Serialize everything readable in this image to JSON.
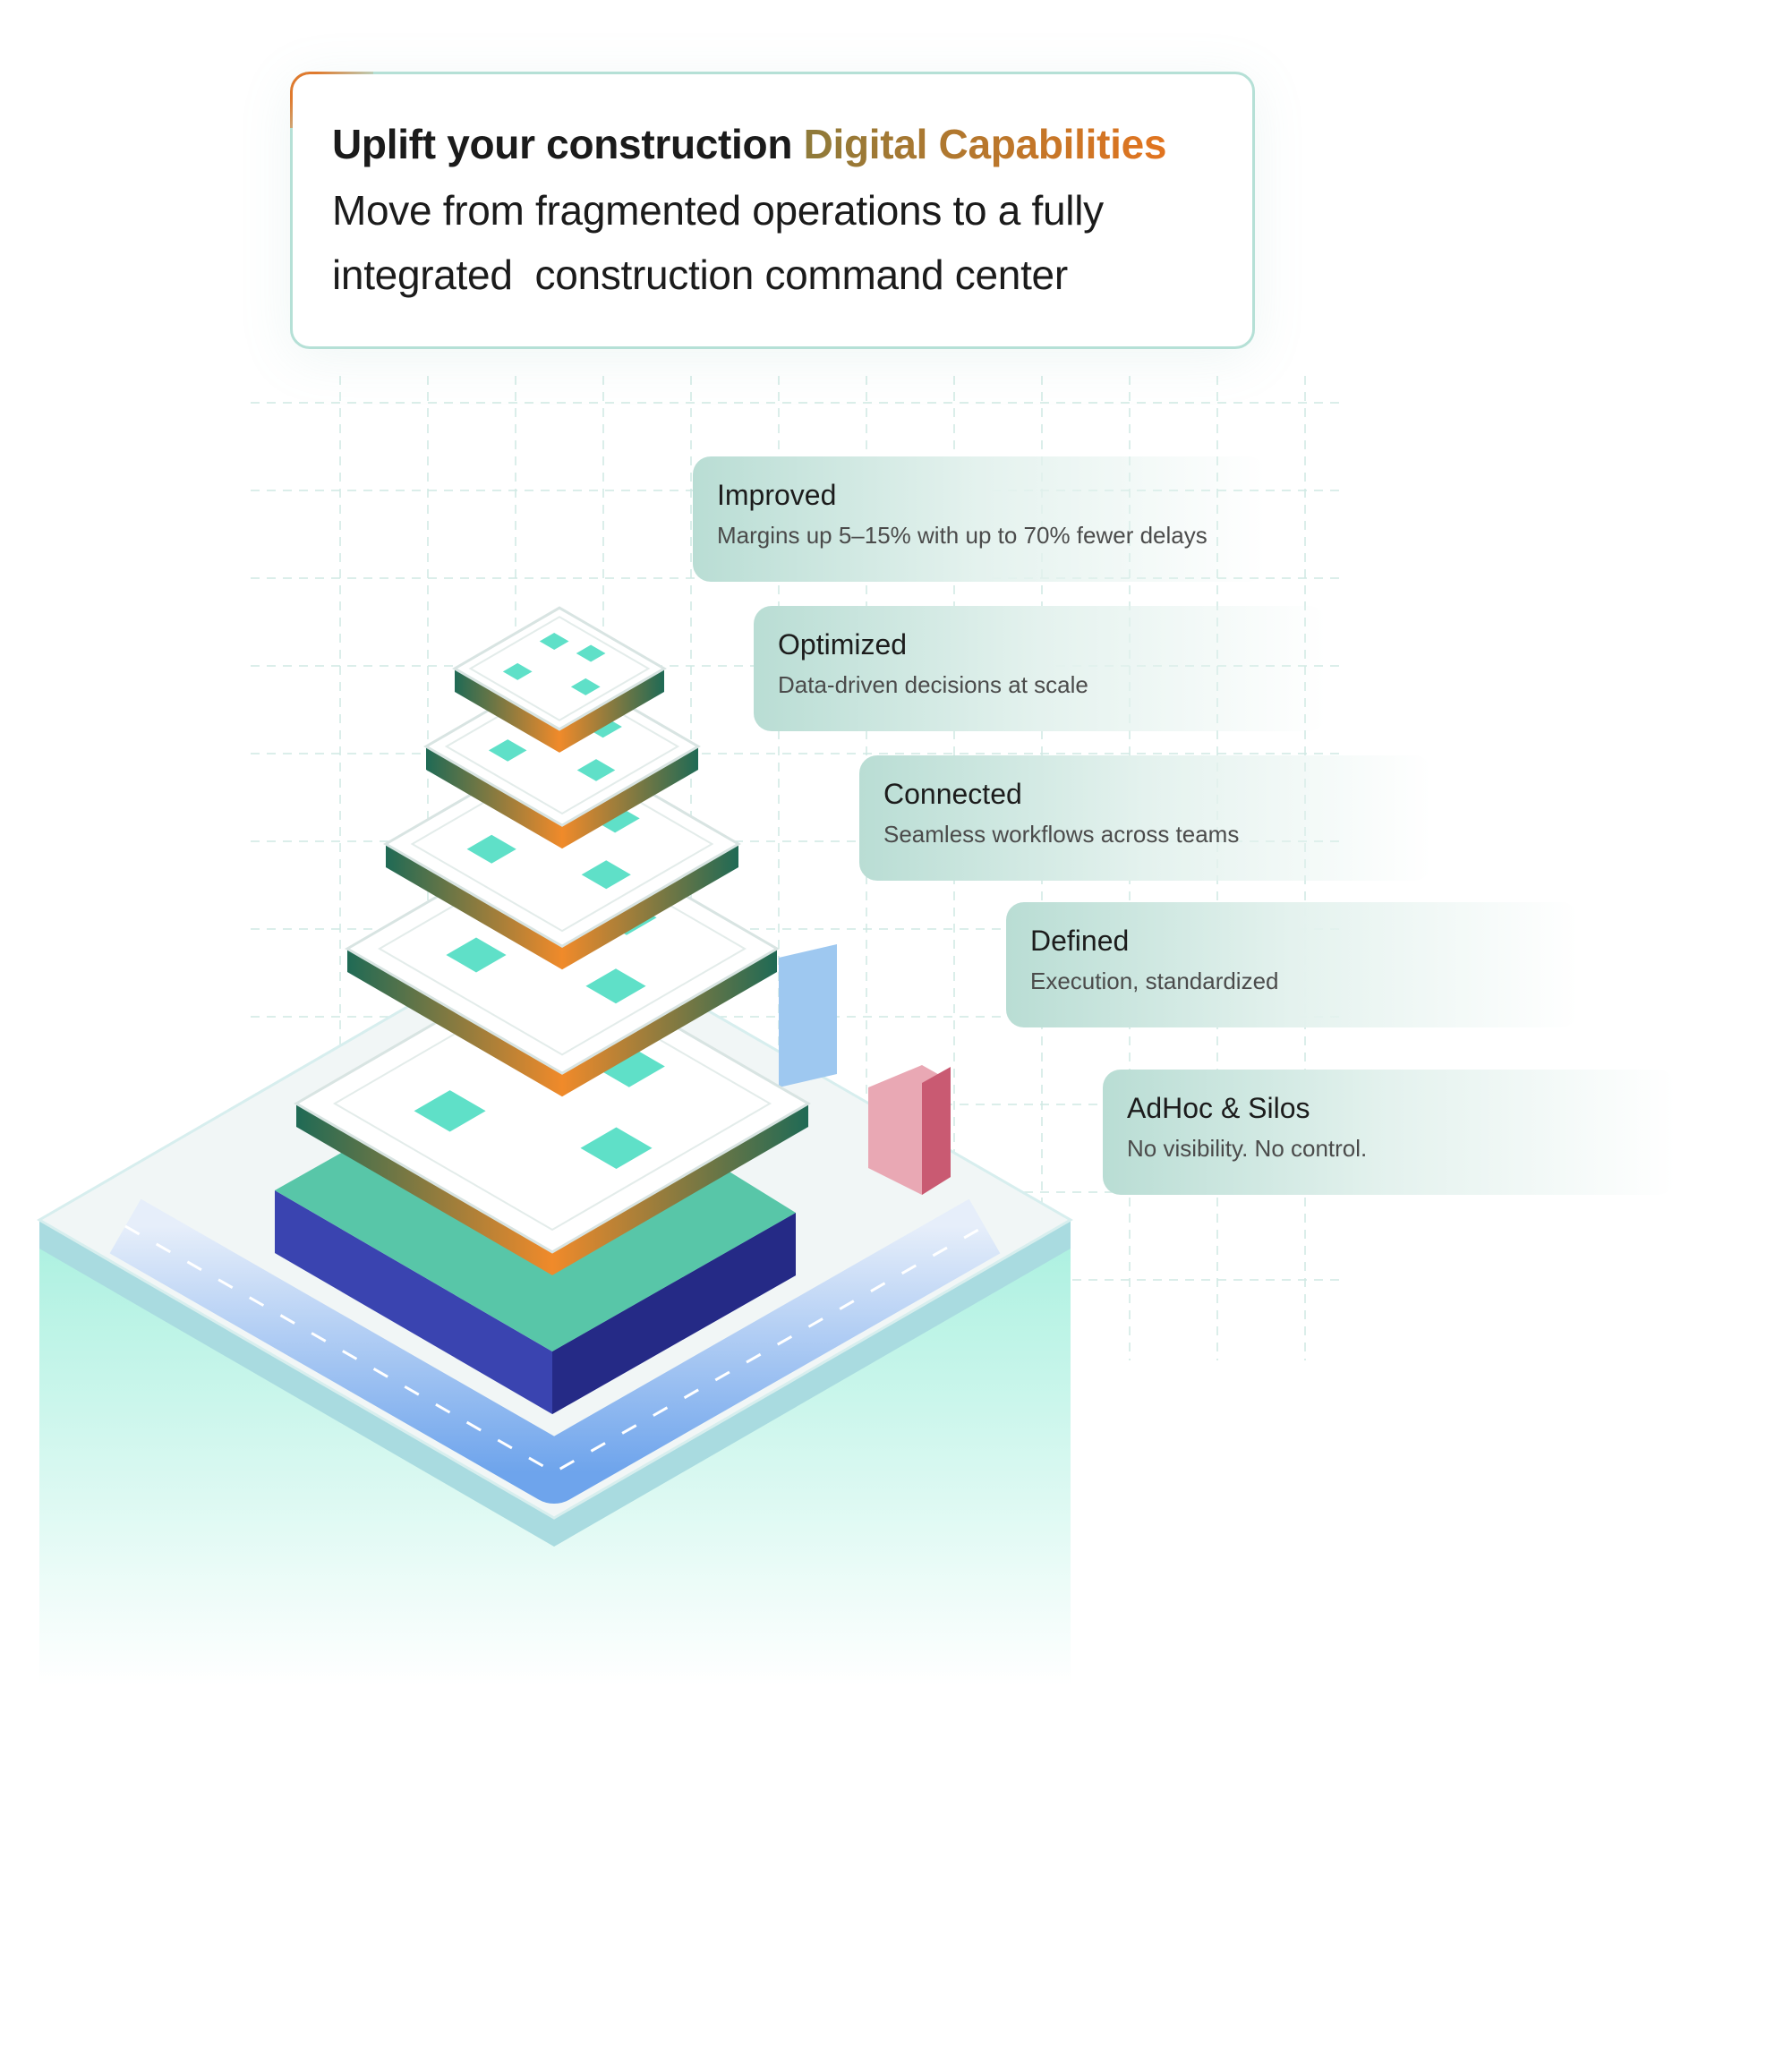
{
  "hero": {
    "title_prefix": "Uplift your construction ",
    "title_accent": "Digital Capabilities",
    "subtitle": "Move from fragmented operations to a fully\nintegrated  construction command center"
  },
  "stages": [
    {
      "title": "Improved",
      "description": "Margins up 5–15% with up to 70% fewer delays"
    },
    {
      "title": "Optimized",
      "description": "Data-driven decisions at scale"
    },
    {
      "title": "Connected",
      "description": "Seamless workflows across teams"
    },
    {
      "title": "Defined",
      "description": "Execution, standardized"
    },
    {
      "title": "AdHoc & Silos",
      "description": "No visibility. No control."
    }
  ],
  "colors": {
    "accent_start": "#8e7a3a",
    "accent_end": "#e2741f",
    "border": "#b5e0d6",
    "teal": "#5fe0c8",
    "navy": "#2b2f8f"
  }
}
